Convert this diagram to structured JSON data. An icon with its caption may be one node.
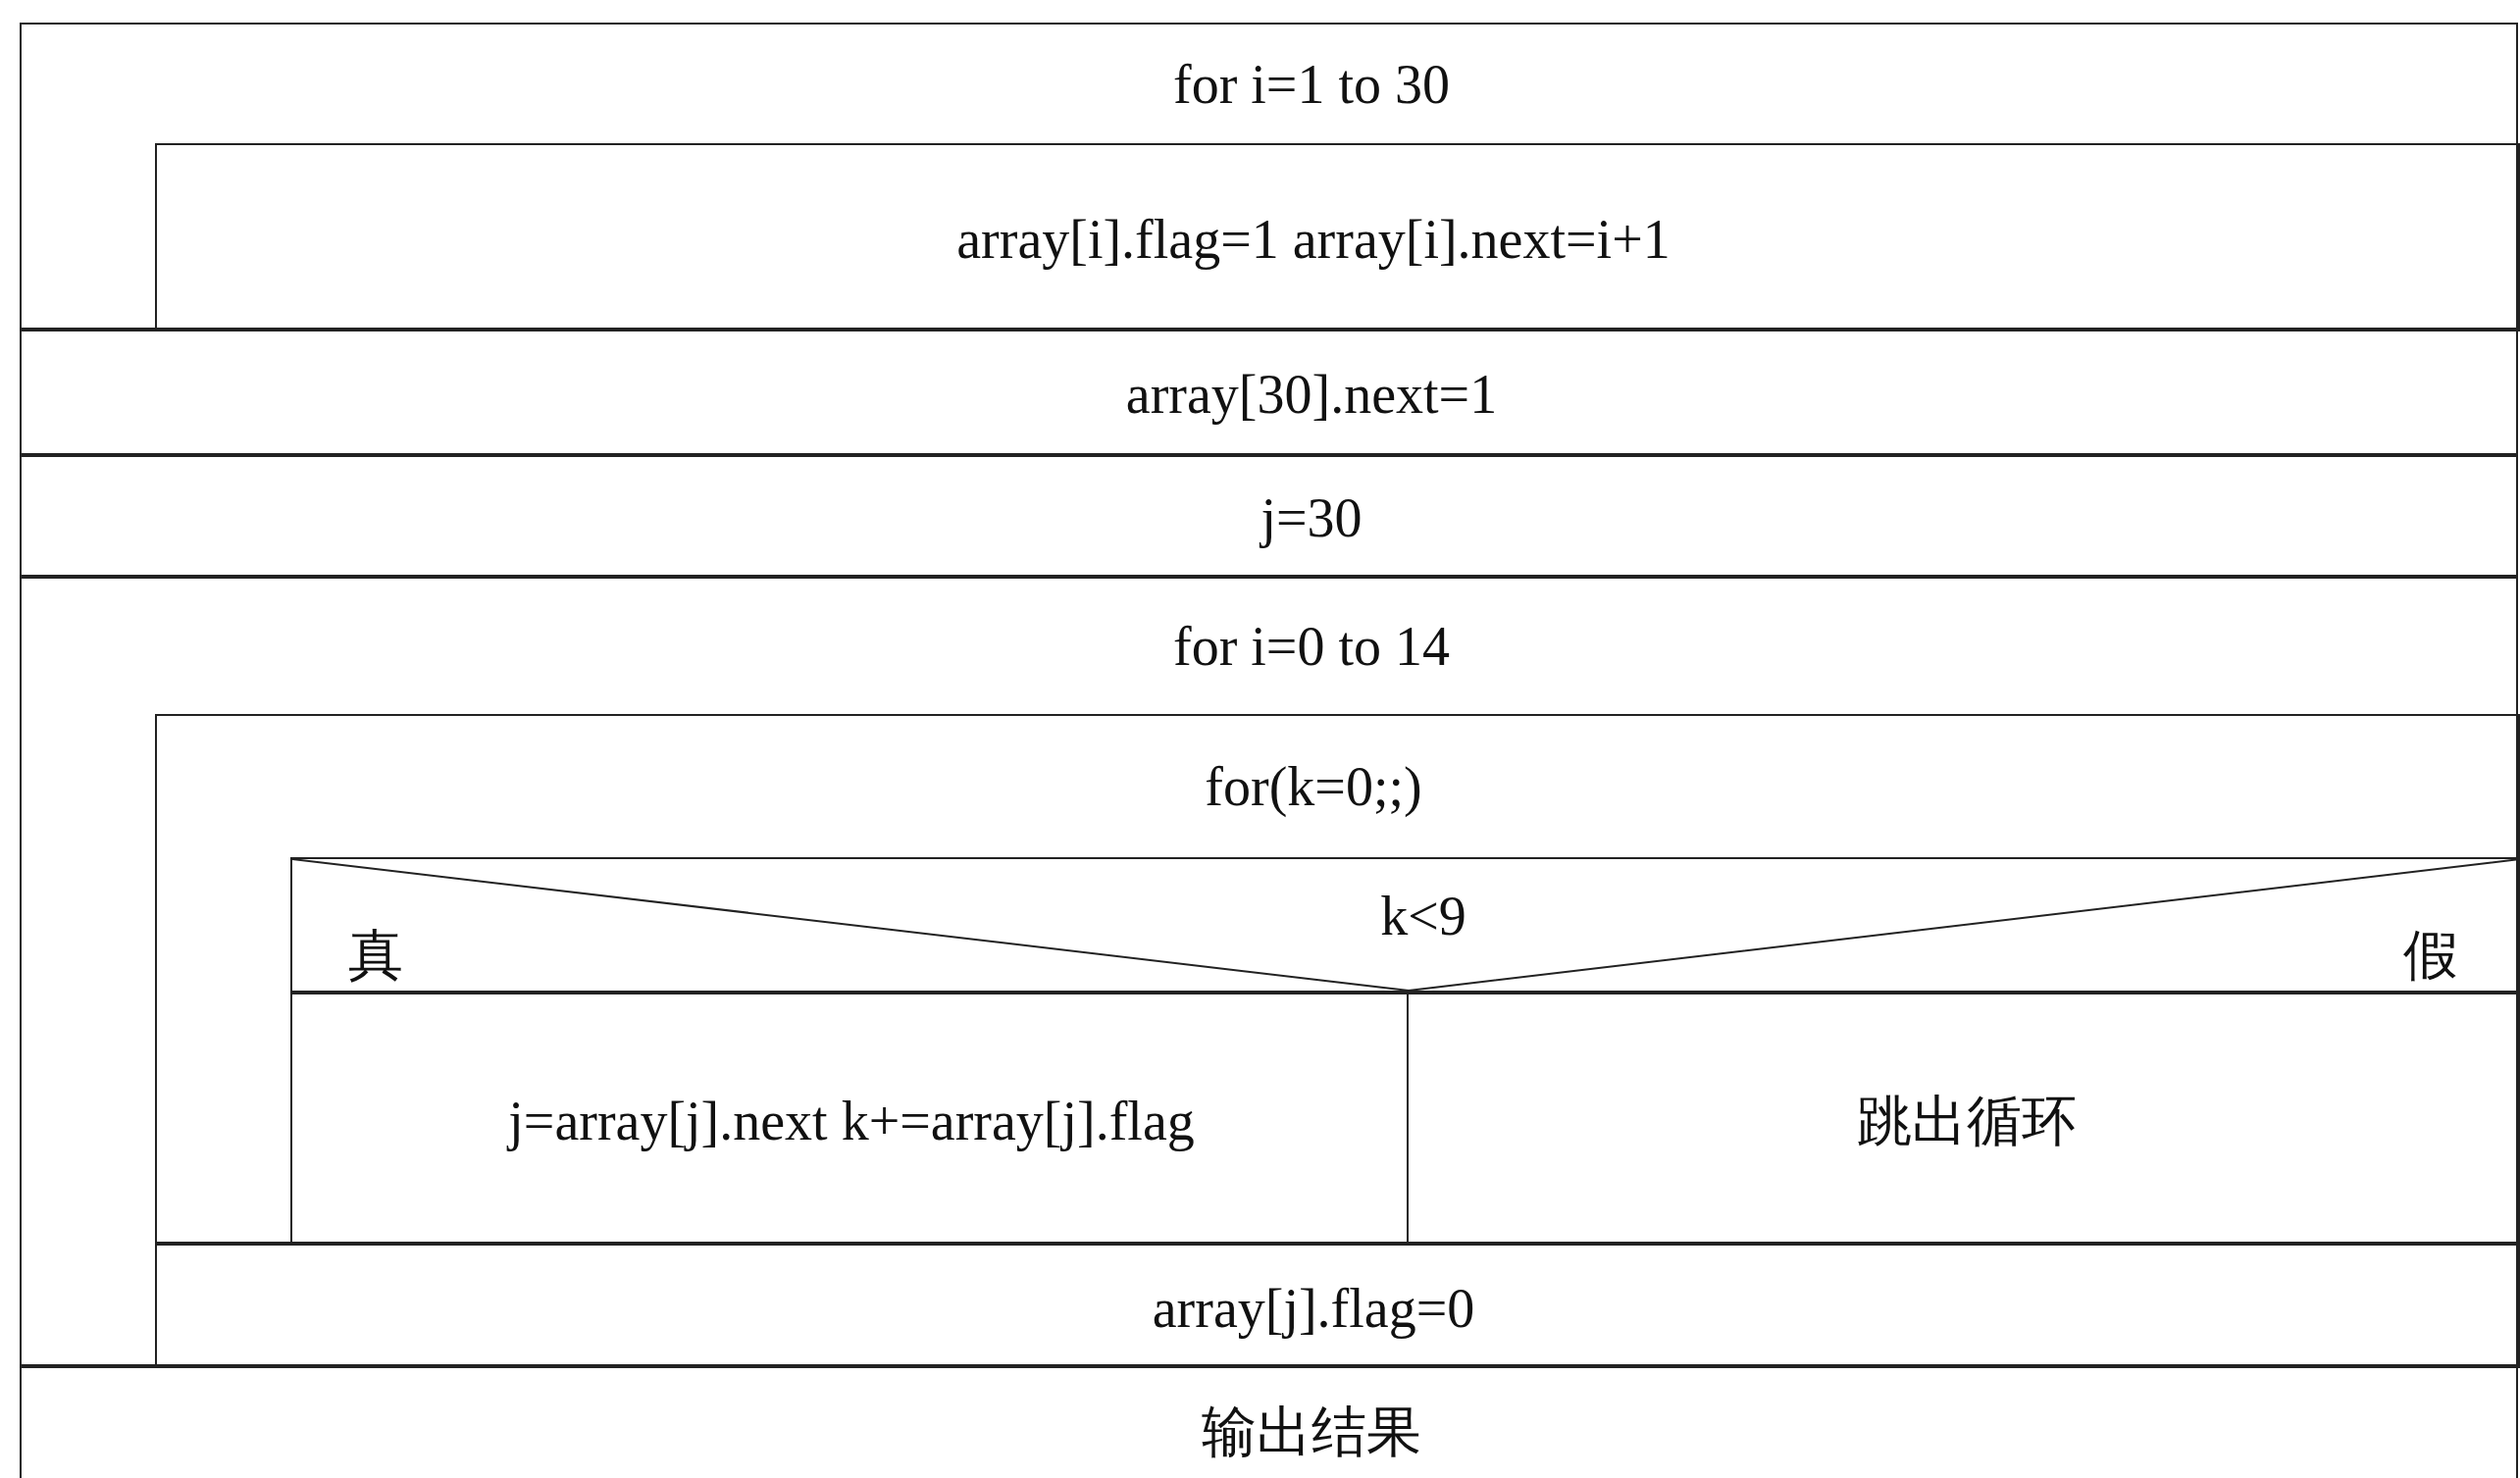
{
  "diagram": {
    "nodes": [
      {
        "text": [
          "for i=1 to 30"
        ]
      },
      {
        "text": [
          "array[i].flag=1 array[i].next=i+1"
        ],
        "in": 0
      },
      {
        "text": [
          "array[30].next=1"
        ]
      },
      {
        "text": [
          "j=30"
        ]
      },
      {
        "text": [
          "for i=0 to 14"
        ]
      },
      {
        "text": [
          "for(k=0;;)"
        ],
        "in": 4
      },
      {
        "text": [
          "真",
          "k<9",
          "假"
        ],
        "in": 5
      },
      {
        "text": [
          "j=array[j].next k+=array[j].flag"
        ],
        "in": 5
      },
      {
        "text": [
          "跳出循环"
        ],
        "in": 5
      },
      {
        "text": [
          "array[j].flag=0"
        ],
        "in": 4
      },
      {
        "text": [
          "输出结果"
        ]
      }
    ]
  }
}
